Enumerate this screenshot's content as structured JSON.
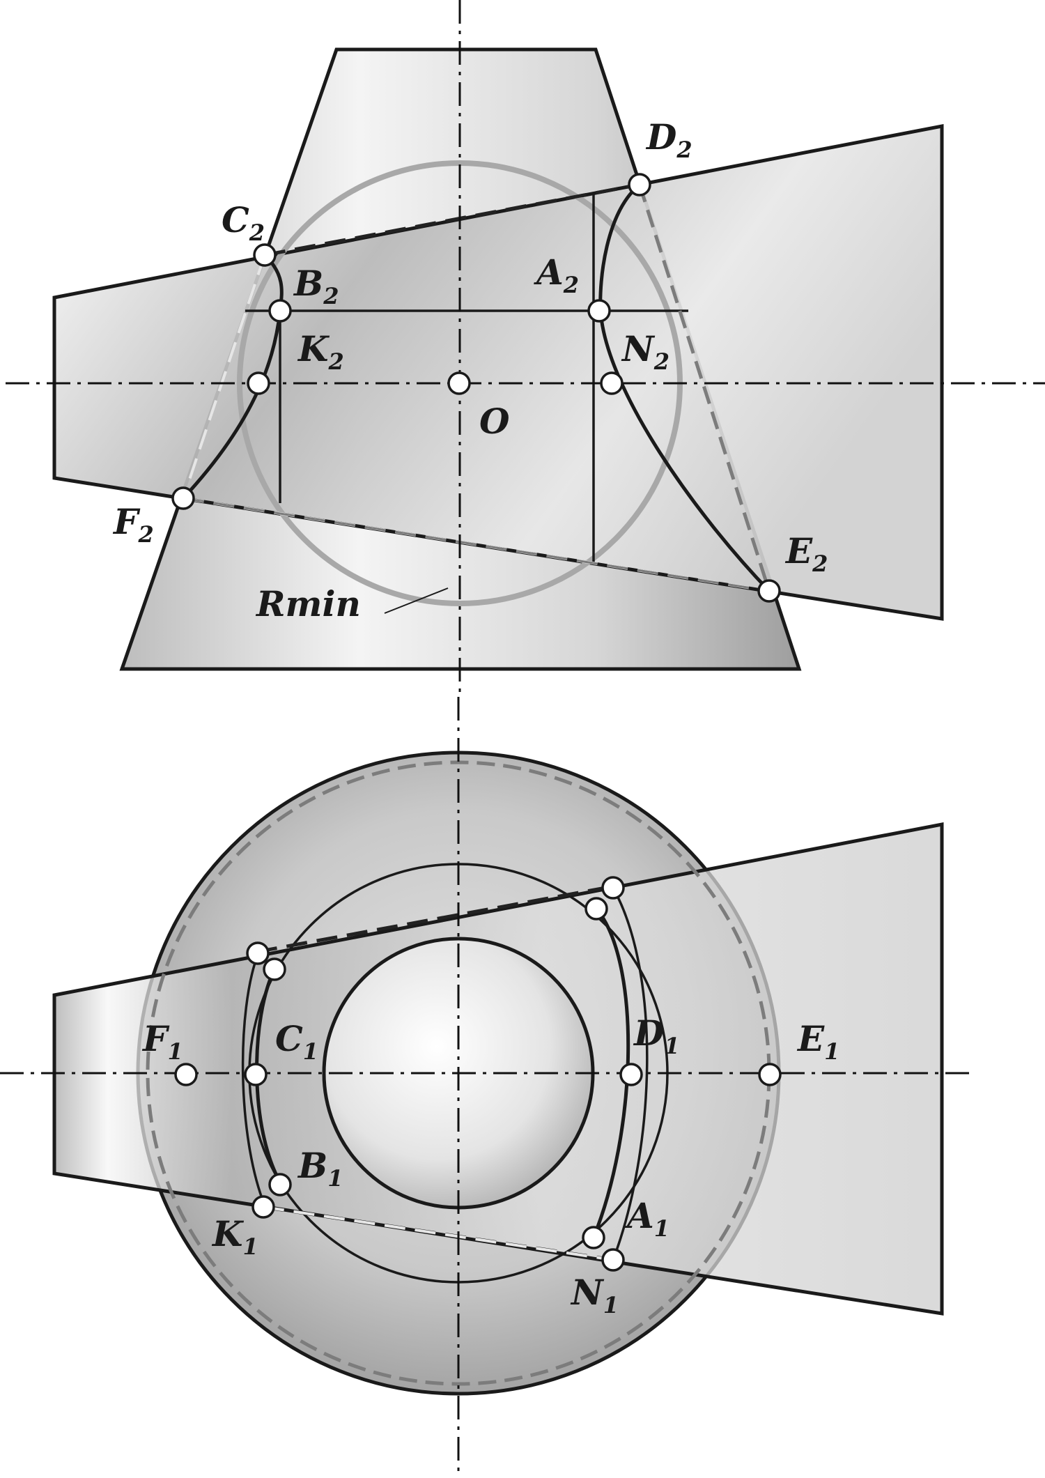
{
  "front_view": {
    "points": {
      "C2": {
        "main": "C",
        "sub": "2"
      },
      "D2": {
        "main": "D",
        "sub": "2"
      },
      "B2": {
        "main": "B",
        "sub": "2"
      },
      "A2": {
        "main": "A",
        "sub": "2"
      },
      "K2": {
        "main": "K",
        "sub": "2"
      },
      "N2": {
        "main": "N",
        "sub": "2"
      },
      "O": {
        "main": "O"
      },
      "F2": {
        "main": "F",
        "sub": "2"
      },
      "E2": {
        "main": "E",
        "sub": "2"
      }
    },
    "rmin_label": "Rmin"
  },
  "top_view": {
    "points": {
      "F1": {
        "main": "F",
        "sub": "1"
      },
      "C1": {
        "main": "C",
        "sub": "1"
      },
      "D1": {
        "main": "D",
        "sub": "1"
      },
      "E1": {
        "main": "E",
        "sub": "1"
      },
      "B1": {
        "main": "B",
        "sub": "1"
      },
      "K1": {
        "main": "K",
        "sub": "1"
      },
      "A1": {
        "main": "A",
        "sub": "1"
      },
      "N1": {
        "main": "N",
        "sub": "1"
      }
    }
  }
}
